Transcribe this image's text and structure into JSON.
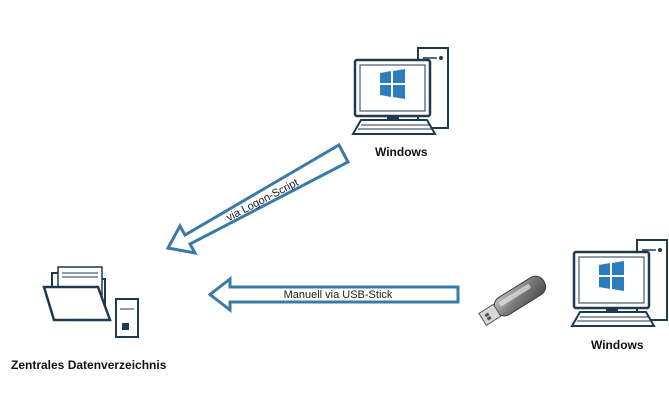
{
  "labels": {
    "windows_top": "Windows",
    "windows_right": "Windows",
    "central": "Zentrales Datenverzeichnis"
  },
  "arrows": {
    "logon": "via Logon-Script",
    "usb": "Manuell via USB-Stick"
  },
  "colors": {
    "accent": "#3a7aa8",
    "arrow_fill": "#ffffff",
    "outline": "#1f3a50",
    "windows_logo": "#2e7bbd",
    "stick_gray": "#8a8a8a"
  },
  "icons": [
    "computer-icon",
    "windows-logo-icon",
    "folder-icon",
    "server-icon",
    "usb-stick-icon"
  ]
}
